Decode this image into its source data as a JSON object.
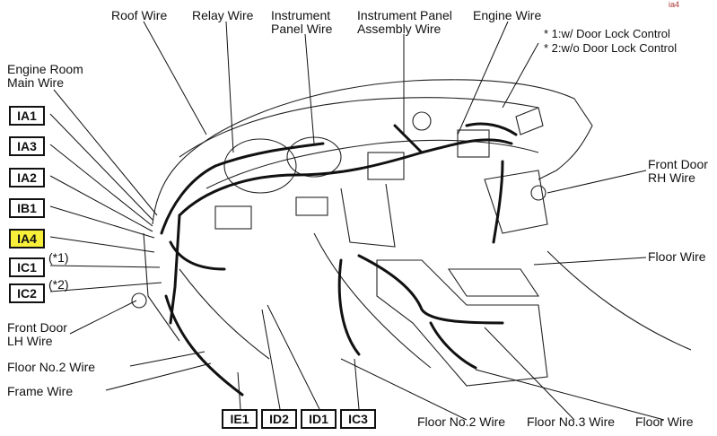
{
  "corner_mark": "ia4",
  "labels": {
    "roof_wire": "Roof Wire",
    "relay_wire": "Relay Wire",
    "instrument_panel_wire": [
      "Instrument",
      "Panel Wire"
    ],
    "instrument_panel_assembly_wire": [
      "Instrument Panel",
      "Assembly Wire"
    ],
    "engine_wire": "Engine Wire",
    "note1": "* 1:w/ Door Lock Control",
    "note2": "* 2:w/o Door Lock Control",
    "engine_room_main_wire": [
      "Engine Room",
      "Main Wire"
    ],
    "front_door_rh_wire": [
      "Front Door",
      "RH Wire"
    ],
    "floor_wire_right": "Floor Wire",
    "front_door_lh_wire": [
      "Front Door",
      "LH Wire"
    ],
    "floor_no2_wire_left": "Floor No.2 Wire",
    "frame_wire": "Frame Wire",
    "floor_no2_wire_bottom": "Floor No.2 Wire",
    "floor_no3_wire_bottom": "Floor No.3 Wire",
    "floor_wire_bottom": "Floor Wire",
    "ic1_note": "(*1)",
    "ic2_note": "(*2)"
  },
  "connectors_left": [
    {
      "id": "IA1",
      "highlight": false
    },
    {
      "id": "IA3",
      "highlight": false
    },
    {
      "id": "IA2",
      "highlight": false
    },
    {
      "id": "IB1",
      "highlight": false
    },
    {
      "id": "IA4",
      "highlight": true
    },
    {
      "id": "IC1",
      "highlight": false
    },
    {
      "id": "IC2",
      "highlight": false
    }
  ],
  "connectors_bottom": [
    {
      "id": "IE1"
    },
    {
      "id": "ID2"
    },
    {
      "id": "ID1"
    },
    {
      "id": "IC3"
    }
  ],
  "colors": {
    "highlight": "#f7ef3a",
    "line": "#111111"
  }
}
